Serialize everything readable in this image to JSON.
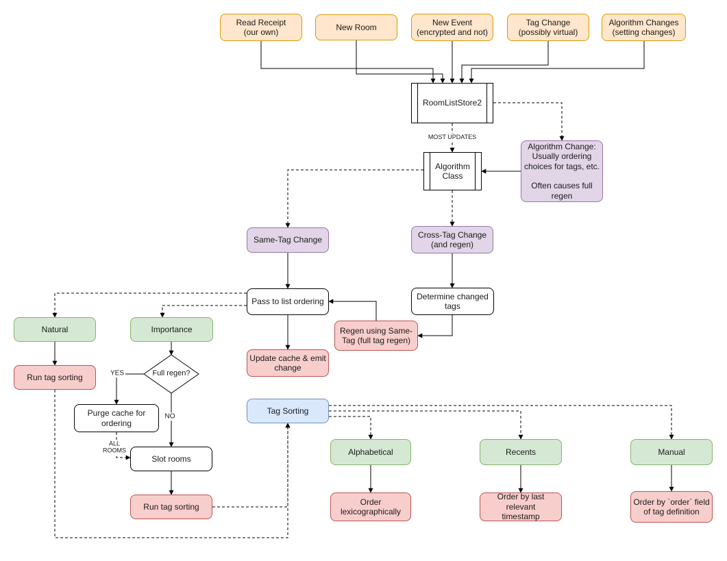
{
  "nodes": {
    "read_receipt": "Read Receipt\n(our own)",
    "new_room": "New Room",
    "new_event": "New Event\n(encrypted and not)",
    "tag_change": "Tag Change\n(possibly virtual)",
    "algorithm_changes": "Algorithm Changes\n(setting changes)",
    "room_list_store2": "RoomListStore2",
    "algorithm_class": "Algorithm\nClass",
    "algorithm_change_note": "Algorithm Change:\nUsually ordering\nchoices for tags, etc.\n\nOften causes full\nregen",
    "same_tag_change": "Same-Tag Change",
    "cross_tag_change": "Cross-Tag Change\n(and regen)",
    "pass_to_list_ordering": "Pass to list ordering",
    "determine_changed_tags": "Determine changed\ntags",
    "regen_using_same_tag": "Regen using Same-\nTag (full tag regen)",
    "update_cache_emit_change": "Update cache & emit\nchange",
    "natural": "Natural",
    "importance": "Importance",
    "run_tag_sorting_left": "Run tag sorting",
    "full_regen": "Full regen?",
    "purge_cache_for_ordering": "Purge cache for\nordering",
    "slot_rooms": "Slot rooms",
    "run_tag_sorting_bottom": "Run tag sorting",
    "tag_sorting": "Tag Sorting",
    "alphabetical": "Alphabetical",
    "recents": "Recents",
    "manual": "Manual",
    "order_lexicographically": "Order\nlexicographically",
    "order_by_last_relevant_timestamp": "Order by last relevant\ntimestamp",
    "order_by_order_field": "Order by `order` field\nof tag definition"
  },
  "labels": {
    "most_updates": "MOST UPDATES",
    "yes": "YES",
    "no": "NO",
    "all_rooms": "ALL\nROOMS"
  },
  "colors": {
    "input_fill": "#ffe6cc",
    "input_stroke": "#d79b00",
    "note_fill": "#e1d5e7",
    "note_stroke": "#9673a6",
    "action_fill": "#f8cecc",
    "action_stroke": "#b85450",
    "algo_fill": "#d5e8d4",
    "algo_stroke": "#82b366",
    "sort_fill": "#dae8fc",
    "sort_stroke": "#6c8ebf",
    "line": "#000000",
    "text": "#1a1a1a",
    "background": "#ffffff"
  }
}
